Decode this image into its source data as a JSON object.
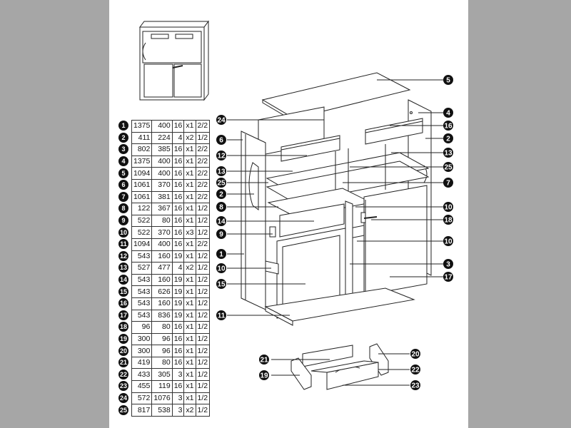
{
  "parts": [
    {
      "n": "1",
      "l": "1375",
      "w": "400",
      "t": "16",
      "q": "x1",
      "e": "2/2"
    },
    {
      "n": "2",
      "l": "411",
      "w": "224",
      "t": "4",
      "q": "x2",
      "e": "1/2"
    },
    {
      "n": "3",
      "l": "802",
      "w": "385",
      "t": "16",
      "q": "x1",
      "e": "2/2"
    },
    {
      "n": "4",
      "l": "1375",
      "w": "400",
      "t": "16",
      "q": "x1",
      "e": "2/2"
    },
    {
      "n": "5",
      "l": "1094",
      "w": "400",
      "t": "16",
      "q": "x1",
      "e": "2/2"
    },
    {
      "n": "6",
      "l": "1061",
      "w": "370",
      "t": "16",
      "q": "x1",
      "e": "2/2"
    },
    {
      "n": "7",
      "l": "1061",
      "w": "381",
      "t": "16",
      "q": "x1",
      "e": "2/2"
    },
    {
      "n": "8",
      "l": "122",
      "w": "367",
      "t": "16",
      "q": "x1",
      "e": "1/2"
    },
    {
      "n": "9",
      "l": "522",
      "w": "80",
      "t": "16",
      "q": "x1",
      "e": "1/2"
    },
    {
      "n": "10",
      "l": "522",
      "w": "370",
      "t": "16",
      "q": "x3",
      "e": "1/2"
    },
    {
      "n": "11",
      "l": "1094",
      "w": "400",
      "t": "16",
      "q": "x1",
      "e": "2/2"
    },
    {
      "n": "12",
      "l": "543",
      "w": "160",
      "t": "19",
      "q": "x1",
      "e": "1/2"
    },
    {
      "n": "13",
      "l": "527",
      "w": "477",
      "t": "4",
      "q": "x2",
      "e": "1/2"
    },
    {
      "n": "14",
      "l": "543",
      "w": "160",
      "t": "19",
      "q": "x1",
      "e": "1/2"
    },
    {
      "n": "15",
      "l": "543",
      "w": "626",
      "t": "19",
      "q": "x1",
      "e": "1/2"
    },
    {
      "n": "16",
      "l": "543",
      "w": "160",
      "t": "19",
      "q": "x1",
      "e": "1/2"
    },
    {
      "n": "17",
      "l": "543",
      "w": "836",
      "t": "19",
      "q": "x1",
      "e": "1/2"
    },
    {
      "n": "18",
      "l": "96",
      "w": "80",
      "t": "16",
      "q": "x1",
      "e": "1/2"
    },
    {
      "n": "19",
      "l": "300",
      "w": "96",
      "t": "16",
      "q": "x1",
      "e": "1/2"
    },
    {
      "n": "20",
      "l": "300",
      "w": "96",
      "t": "16",
      "q": "x1",
      "e": "1/2"
    },
    {
      "n": "21",
      "l": "419",
      "w": "80",
      "t": "16",
      "q": "x1",
      "e": "1/2"
    },
    {
      "n": "22",
      "l": "433",
      "w": "305",
      "t": "3",
      "q": "x1",
      "e": "1/2"
    },
    {
      "n": "23",
      "l": "455",
      "w": "119",
      "t": "16",
      "q": "x1",
      "e": "1/2"
    },
    {
      "n": "24",
      "l": "572",
      "w": "1076",
      "t": "3",
      "q": "x1",
      "e": "1/2"
    },
    {
      "n": "25",
      "l": "817",
      "w": "538",
      "t": "3",
      "q": "x2",
      "e": "1/2"
    }
  ],
  "callouts": {
    "c5": "5",
    "c24": "24",
    "c4": "4",
    "c16": "16",
    "c6": "6",
    "c2a": "2",
    "c12": "12",
    "c13a": "13",
    "c13b": "13",
    "c25a": "25",
    "c25b": "25",
    "c2b": "2",
    "c7": "7",
    "c8": "8",
    "c10a": "10",
    "c14": "14",
    "c18": "18",
    "c9": "9",
    "c10b": "10",
    "c1": "1",
    "c10c": "10",
    "c3": "3",
    "c17": "17",
    "c15": "15",
    "c11": "11",
    "c21": "21",
    "c20": "20",
    "c19": "19",
    "c22": "22",
    "c23": "23"
  }
}
